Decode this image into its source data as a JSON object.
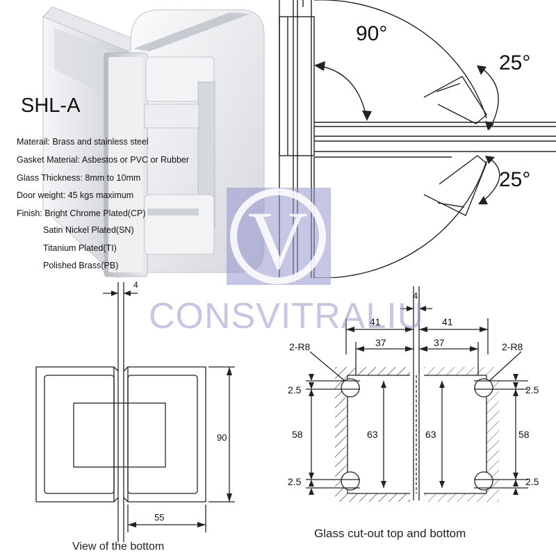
{
  "product": {
    "model": "SHL-A",
    "specs": [
      "Materail: Brass and stainless steel",
      "Gasket Material: Asbestos or PVC or Rubber",
      "Glass Thickness: 8mm to 10mm",
      "Door weight: 45 kgs maximum",
      "Finish: Bright Chrome Plated(CP)"
    ],
    "finishes": [
      "Satin Nickel Plated(SN)",
      "Titanium Plated(TI)",
      "Polished Brass(PB)"
    ]
  },
  "angle_diagram": {
    "angle_main": "90°",
    "angle_upper": "25°",
    "angle_lower": "25°"
  },
  "bottom_view": {
    "caption": "View of the bottom",
    "gap": "4",
    "height": "90",
    "width": "55"
  },
  "cutout_view": {
    "caption": "Glass cut-out top and bottom",
    "gap": "4",
    "outer_left": "41",
    "outer_right": "41",
    "inner_left": "37",
    "inner_right": "37",
    "radius_left": "2-R8",
    "radius_right": "2-R8",
    "offset_top_left": "2.5",
    "offset_top_right": "2.5",
    "offset_bottom_left": "2.5",
    "offset_bottom_right": "2.5",
    "slot_left": "58",
    "slot_right": "58",
    "depth_left": "63",
    "depth_right": "63"
  },
  "watermark": {
    "logo_letter": "V",
    "brand": "CONSVITRALIU"
  }
}
